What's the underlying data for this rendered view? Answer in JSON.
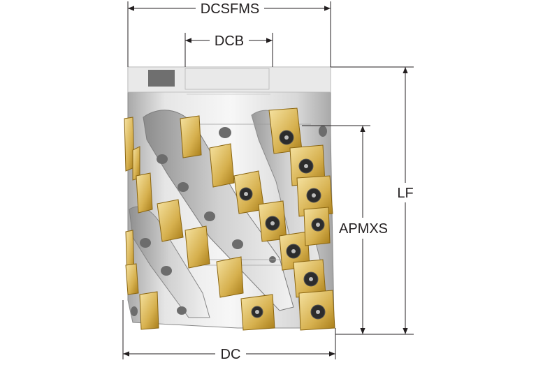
{
  "dimensions": {
    "dcsfms": "DCSFMS",
    "dcb": "DCB",
    "lf": "LF",
    "apmxs": "APMXS",
    "dc": "DC"
  },
  "colors": {
    "line": "#231f20",
    "body_light": "#eeeeee",
    "body_dark": "#9a9a9a",
    "insert_light": "#f1d98a",
    "insert_dark": "#b88a1e",
    "screw": "#2c2c2c"
  },
  "icons": [
    "milling-cutter-body-icon",
    "carbide-insert-icon",
    "torx-screw-icon"
  ]
}
